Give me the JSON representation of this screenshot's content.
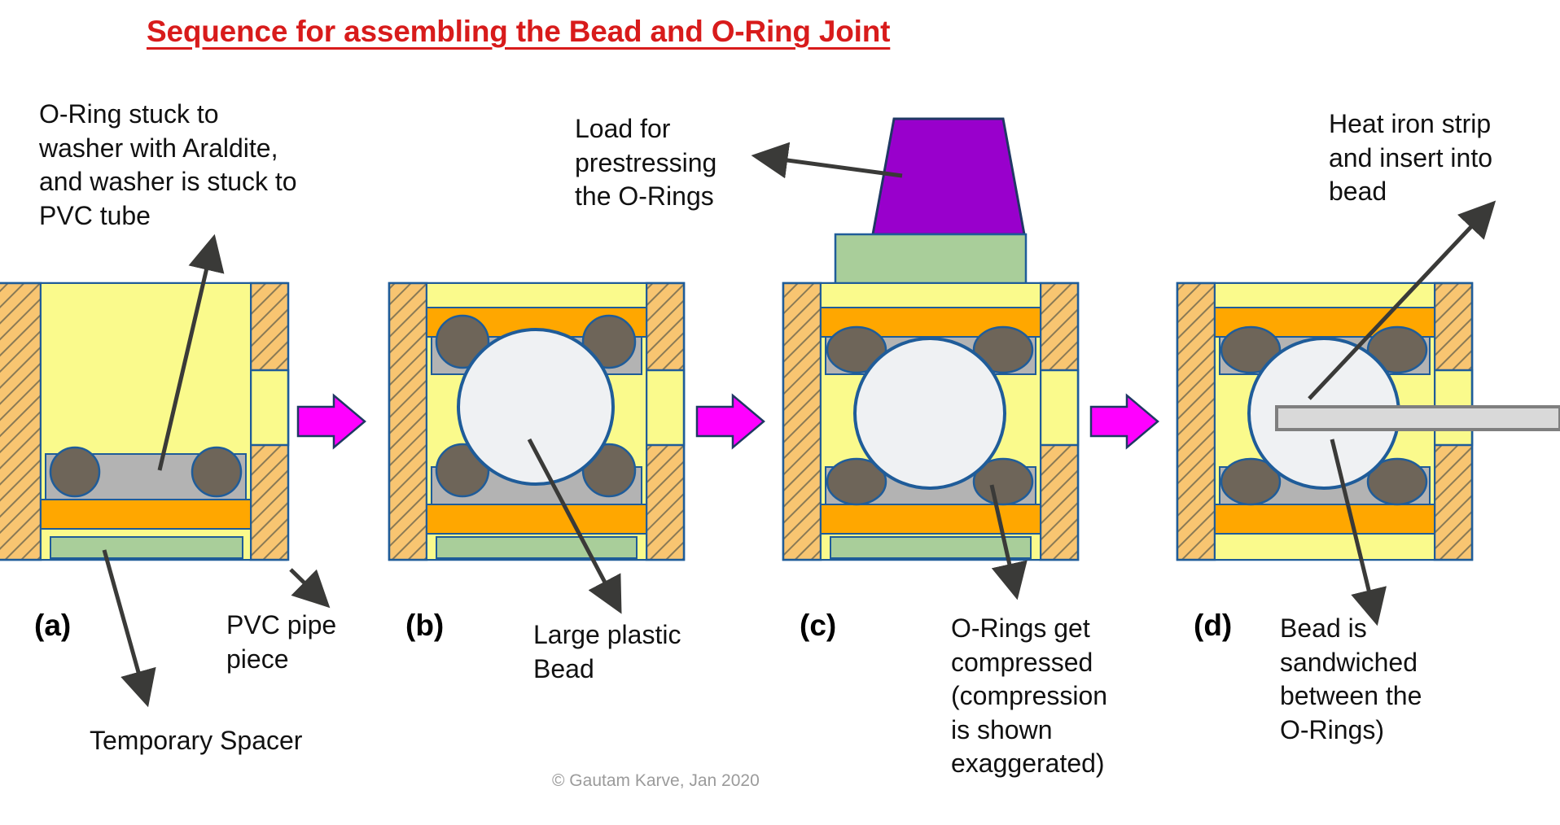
{
  "title": "Sequence for assembling the Bead and O-Ring Joint",
  "copyright": "© Gautam Karve, Jan 2020",
  "colors": {
    "title_red": "#D81B1B",
    "pvc_hatch_fill": "#F8C571",
    "pvc_hatch_line": "#8A7A55",
    "tube_yellow": "#FAFA8C",
    "washer_orange": "#FFA700",
    "washer_gray": "#B3B3B3",
    "oring_gray": "#6E6559",
    "bead_white": "#EFF1F3",
    "outline_blue": "#1F5C99",
    "spacer_green": "#A9CE9A",
    "load_purple": "#9900CC",
    "arrow_magenta": "#FF00FF",
    "iron_strip_gray": "#D9D9D9",
    "leader_dark": "#3A3A38"
  },
  "panels": [
    {
      "id": "a",
      "letter": "(a)",
      "labels": [
        {
          "name": "oring-washer-note",
          "text": "O-Ring stuck to\nwasher with Araldite,\nand washer is stuck to\nPVC tube"
        },
        {
          "name": "pvc-pipe-note",
          "text": "PVC pipe\npiece"
        },
        {
          "name": "temporary-spacer-note",
          "text": "Temporary Spacer"
        }
      ]
    },
    {
      "id": "b",
      "letter": "(b)",
      "labels": [
        {
          "name": "large-bead-note",
          "text": "Large plastic\nBead"
        }
      ]
    },
    {
      "id": "c",
      "letter": "(c)",
      "labels": [
        {
          "name": "load-prestress-note",
          "text": "Load for\nprestressing\nthe O-Rings"
        },
        {
          "name": "orings-compressed-note",
          "text": "O-Rings get\ncompressed\n(compression\nis shown\nexaggerated)"
        }
      ]
    },
    {
      "id": "d",
      "letter": "(d)",
      "labels": [
        {
          "name": "heat-iron-strip-note",
          "text": "Heat iron strip\nand insert into\nbead"
        },
        {
          "name": "bead-sandwiched-note",
          "text": "Bead is\nsandwiched\nbetween the\nO-Rings)"
        }
      ]
    }
  ],
  "components": {
    "pvc_pipe": "PVC pipe piece",
    "tube": "PVC tube",
    "washer": "washer",
    "oring": "O-Ring",
    "bead": "Large plastic Bead",
    "spacer": "Temporary Spacer",
    "load": "Load weight",
    "iron_strip": "Heat iron strip"
  },
  "flow_arrows": 3
}
